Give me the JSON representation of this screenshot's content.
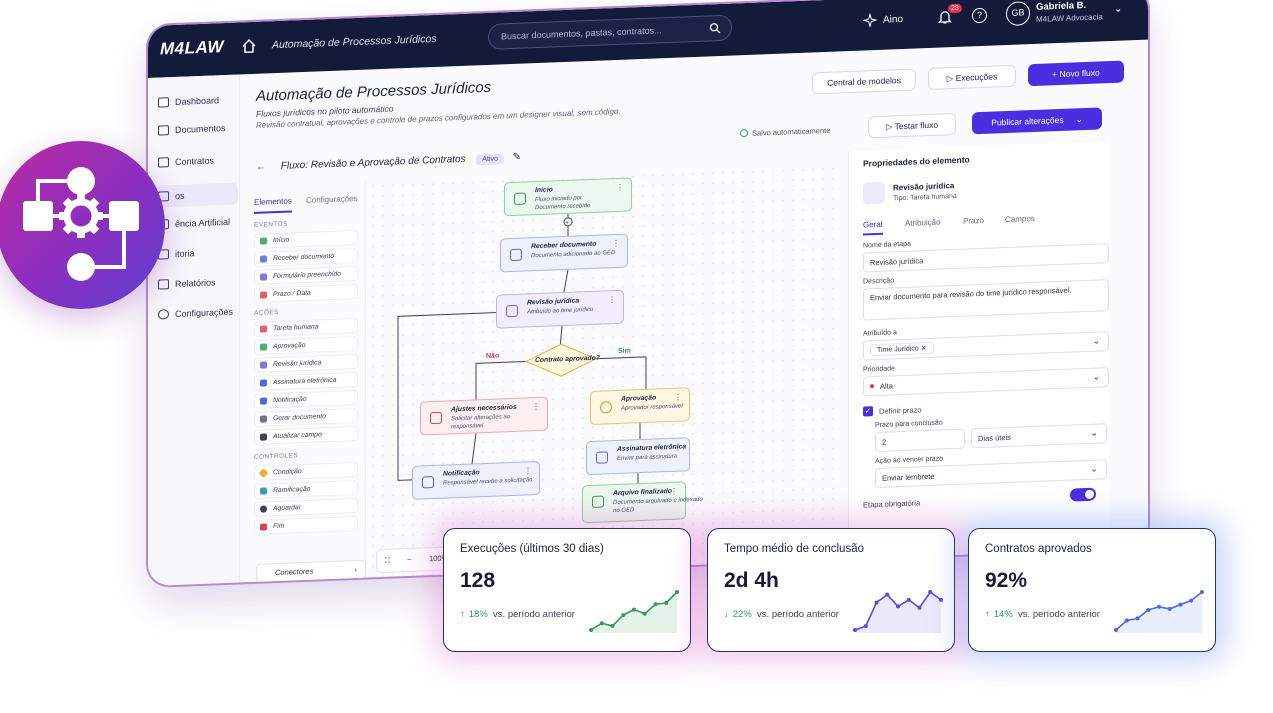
{
  "topbar": {
    "logo": "M4LAW",
    "breadcrumb": "Automação de Processos Jurídicos",
    "search_placeholder": "Buscar documentos, pastas, contratos...",
    "aino_label": "Aino",
    "notifications_count": "23",
    "help_label": "?",
    "user_initials": "GB",
    "user_name": "Gabriela B.",
    "user_org": "M4LAW Advocacia"
  },
  "sidebar": {
    "items": [
      "Dashboard",
      "Documentos",
      "Contratos",
      "Fluxos",
      "Inteligência Artificial",
      "Auditoria",
      "Relatórios",
      "Configurações"
    ],
    "visible_labels": [
      "Dashboard",
      "Documentos",
      "Contratos",
      "os",
      "ência Artificial",
      "itoria",
      "Relatórios",
      "Configurações"
    ]
  },
  "header": {
    "title": "Automação de Processos Jurídicos",
    "subtitle": "Fluxos jurídicos no piloto automático",
    "description": "Revisão contratual, aprovações e controle de prazos configurados em um designer visual, sem código.",
    "buttons": {
      "models": "Central de modelos",
      "executions": "Execuções",
      "new_flow": "+ Novo fluxo",
      "test_flow": "Testar fluxo",
      "publish": "Publicar alterações"
    },
    "saved_status": "Salvo automaticamente"
  },
  "flow": {
    "label": "Fluxo:",
    "name": "Revisão e Aprovação de Contratos",
    "status": "Ativo"
  },
  "palette": {
    "tabs": [
      "Elementos",
      "Configurações"
    ],
    "sections": {
      "eventos": "EVENTOS",
      "acoes": "AÇÕES",
      "controles": "CONTROLES"
    },
    "eventos": [
      "Início",
      "Receber documento",
      "Formulário preenchido",
      "Prazo / Data"
    ],
    "acoes": [
      "Tarefa humana",
      "Aprovação",
      "Revisão jurídica",
      "Assinatura eletrônica",
      "Notificação",
      "Gerar documento",
      "Atualizar campo"
    ],
    "controles": [
      "Condição",
      "Ramificação",
      "Aguardar",
      "Fim"
    ],
    "connectors": "Conectores"
  },
  "canvas": {
    "zoom": "100%",
    "nodes": {
      "inicio": {
        "title": "Início",
        "desc": "Fluxo iniciado por:",
        "desc2": "Documento recebido"
      },
      "receber": {
        "title": "Receber documento",
        "desc": "Documento adicionado ao GED"
      },
      "revisao": {
        "title": "Revisão jurídica",
        "desc": "Atribuído ao time jurídico"
      },
      "condicao": {
        "title": "Contrato aprovado?"
      },
      "ajustes": {
        "title": "Ajustes necessários",
        "desc": "Solicitar alterações ao responsável"
      },
      "notificacao": {
        "title": "Notificação",
        "desc": "Responsável recebe a solicitação"
      },
      "aprovacao": {
        "title": "Aprovação",
        "desc": "Aprovador responsável"
      },
      "assinatura": {
        "title": "Assinatura eletrônica",
        "desc": "Enviar para assinatura"
      },
      "arquivo": {
        "title": "Arquivo finalizado",
        "desc": "Documento arquivado e indexado no GED"
      }
    },
    "branch_no": "Não",
    "branch_yes": "Sim"
  },
  "properties": {
    "title": "Propriedades do elemento",
    "element_name": "Revisão jurídica",
    "element_type": "Tipo: Tarefa humana",
    "tabs": [
      "Geral",
      "Atribuição",
      "Prazo",
      "Campos"
    ],
    "fields": {
      "step_name_label": "Nome da etapa",
      "step_name_value": "Revisão jurídica",
      "description_label": "Descrição",
      "description_value": "Enviar documento para revisão do time jurídico responsável.",
      "assigned_label": "Atribuído a",
      "assigned_value": "Time Jurídico",
      "priority_label": "Prioridade",
      "priority_value": "Alta",
      "define_deadline": "Definir prazo",
      "deadline_label": "Prazo para conclusão",
      "deadline_value": "2",
      "deadline_unit": "Dias úteis",
      "action_label": "Ação ao vencer prazo",
      "action_value": "Enviar lembrete",
      "mandatory_label": "Etapa obrigatória"
    }
  },
  "cards": [
    {
      "title": "Execuções (últimos 30 dias)",
      "value": "128",
      "trend_dir": "up",
      "trend_pct": "18%",
      "trend_text": "vs. período anterior",
      "color": "#2f9d56",
      "spark": [
        2,
        3,
        2.6,
        4.2,
        5,
        4.4,
        5.8,
        6,
        7.6
      ]
    },
    {
      "title": "Tempo médio de conclusão",
      "value": "2d 4h",
      "trend_dir": "down",
      "trend_pct": "22%",
      "trend_text": "vs. período anterior",
      "color": "#5b47e6",
      "spark": [
        1,
        1.6,
        5.2,
        6.4,
        4.6,
        5.6,
        4.4,
        6.8,
        5.6
      ]
    },
    {
      "title": "Contratos aprovados",
      "value": "92%",
      "trend_dir": "up",
      "trend_pct": "14%",
      "trend_text": "vs. período anterior",
      "color": "#4b6ae8",
      "spark": [
        1.2,
        3,
        3.4,
        5,
        5.6,
        5.2,
        6,
        6.8,
        8.4
      ]
    }
  ]
}
